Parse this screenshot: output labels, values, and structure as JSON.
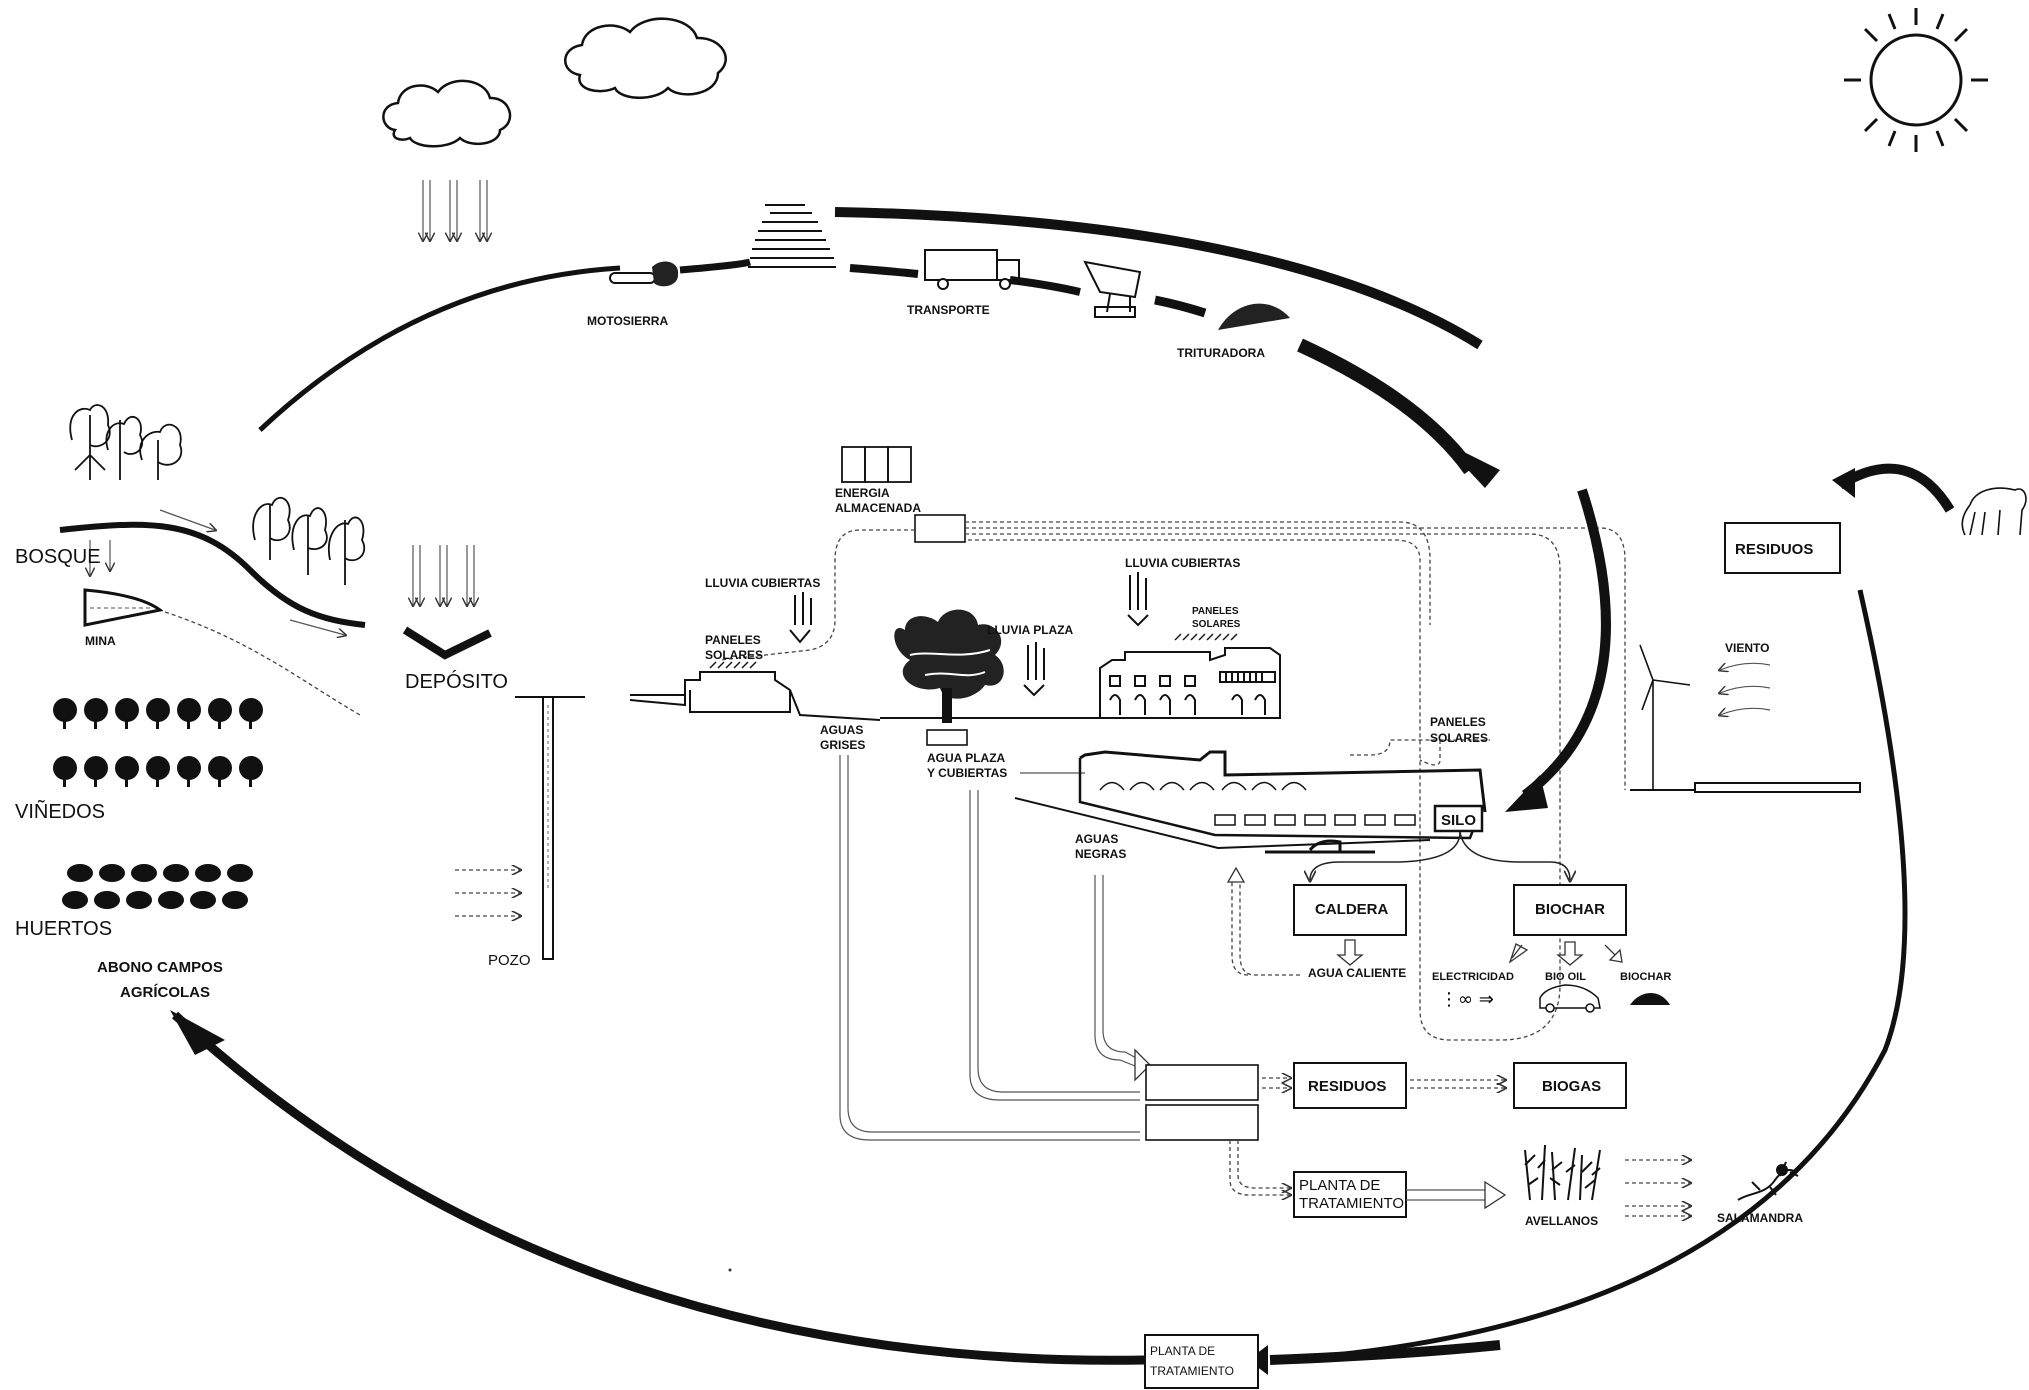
{
  "labels": {
    "motosierra": "MOTOSIERRA",
    "transporte": "TRANSPORTE",
    "trituradora": "TRITURADORA",
    "bosque": "BOSQUE",
    "mina": "MINA",
    "deposito": "DEPÓSITO",
    "vinedos": "VIÑEDOS",
    "huertos": "HUERTOS",
    "abono_1": "ABONO  CAMPOS",
    "abono_2": "AGRÍCOLAS",
    "pozo": "POZO",
    "energia_1": "ENERGIA",
    "energia_2": "ALMACENADA",
    "lluvia_cubiertas_1": "LLUVIA CUBIERTAS",
    "lluvia_cubiertas_2": "LLUVIA CUBIERTAS",
    "lluvia_plaza": "LLUVIA PLAZA",
    "paneles_solares_1a": "PANELES",
    "paneles_solares_1b": "SOLARES",
    "paneles_solares_2a": "PANELES",
    "paneles_solares_2b": "SOLARES",
    "paneles_solares_3a": "PANELES",
    "paneles_solares_3b": "SOLARES",
    "aguas_grises_1": "AGUAS",
    "aguas_grises_2": "GRISES",
    "agua_plaza_1": "AGUA PLAZA",
    "agua_plaza_2": "Y CUBIERTAS",
    "aguas_negras_1": "AGUAS",
    "aguas_negras_2": "NEGRAS",
    "residuos_top": "RESIDUOS",
    "viento": "VIENTO",
    "silo": "SILO",
    "caldera": "CALDERA",
    "biochar_box": "BIOCHAR",
    "agua_caliente": "AGUA CALIENTE",
    "electricidad": "ELECTRICIDAD",
    "bio_oil": "BIO OIL",
    "biochar_small": "BIOCHAR",
    "residuos_mid": "RESIDUOS",
    "biogas": "BIOGAS",
    "planta_mid_1": "PLANTA DE",
    "planta_mid_2": "TRATAMIENTO",
    "avellanos": "AVELLANOS",
    "salamandra": "SALAMANDRA",
    "planta_bottom_1": "PLANTA DE",
    "planta_bottom_2": "TRATAMIENTO"
  },
  "icons": [
    "sun-icon",
    "cloud-icon",
    "chainsaw-icon",
    "log-pile-icon",
    "truck-icon",
    "shredder-icon",
    "wood-chips-icon",
    "horse-icon",
    "wind-turbine-icon",
    "battery-icon",
    "car-icon",
    "salamander-icon",
    "tree-icon"
  ],
  "colors": {
    "ink": "#111111",
    "paper": "#ffffff"
  }
}
